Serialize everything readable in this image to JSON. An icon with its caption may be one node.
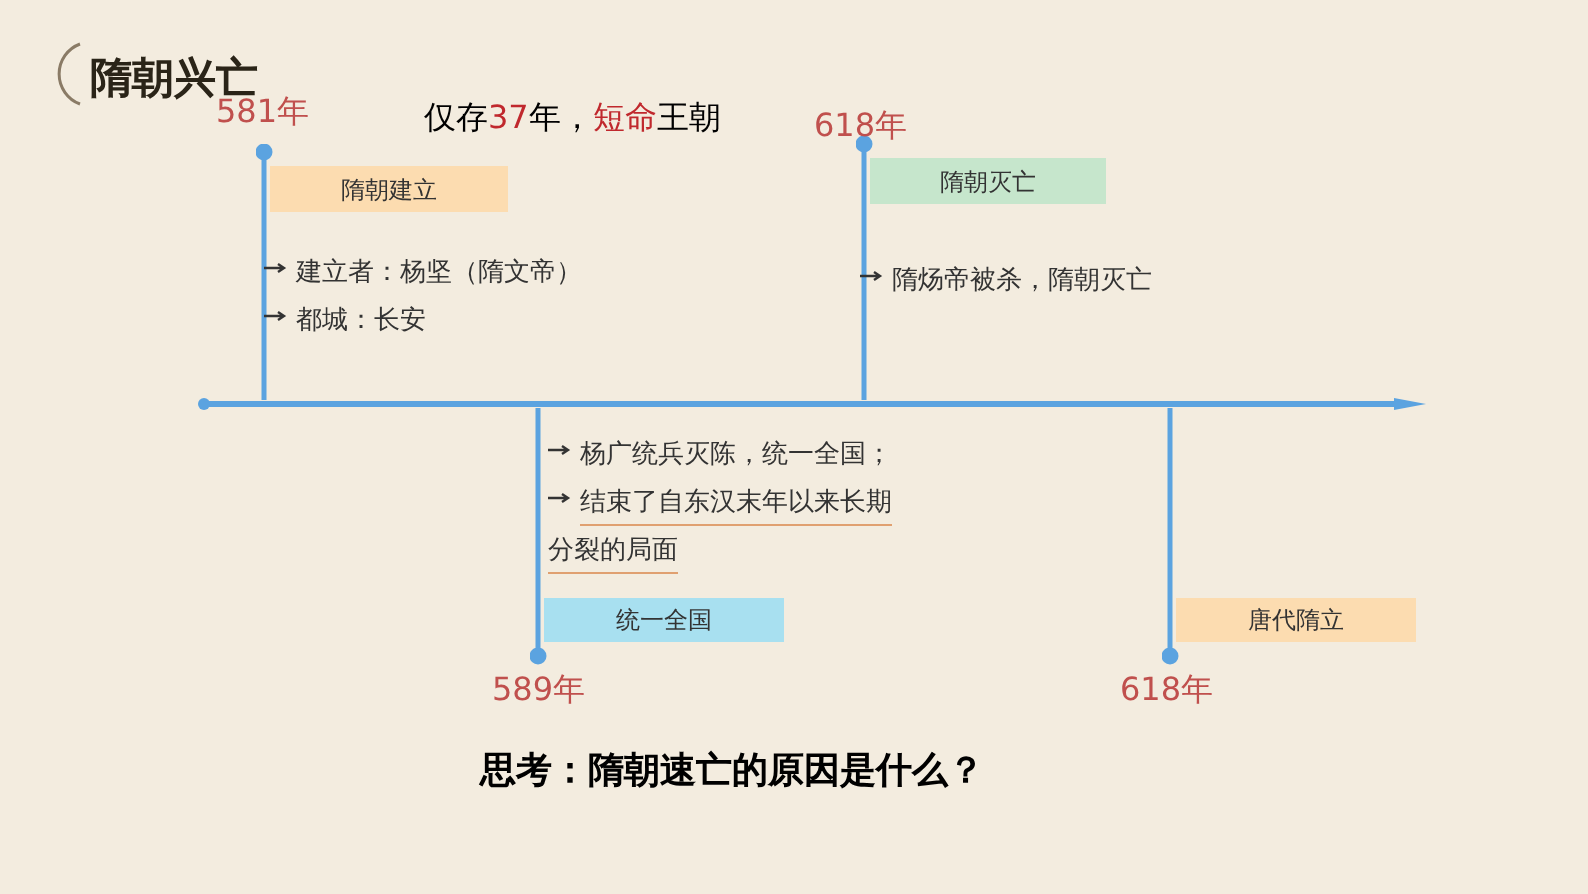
{
  "diagram": {
    "title": "隋朝兴亡",
    "nodes": [
      {
        "text": [
          "隋朝建立"
        ],
        "beside": [
          "581年",
          "建立者：杨坚（隋文帝）",
          "都城：长安"
        ]
      },
      {
        "text": [
          "隋朝灭亡"
        ],
        "beside": [
          "618年",
          "隋炀帝被杀，隋朝灭亡"
        ]
      },
      {
        "text": [
          "统一全国"
        ],
        "beside": [
          "589年",
          "杨广统兵灭陈，统一全国；",
          "结束了自东汉末年以来长期分裂的局面"
        ]
      },
      {
        "text": [
          "唐代隋立"
        ],
        "beside": [
          "618年"
        ]
      },
      {
        "text": [],
        "shape": "bar"
      }
    ],
    "edges": [
      {
        "from": 4,
        "to": 0,
        "arrow": "other"
      },
      {
        "from": 4,
        "to": 1,
        "arrow": "other"
      },
      {
        "from": 4,
        "to": 2,
        "arrow": "other"
      },
      {
        "from": 4,
        "to": 3,
        "arrow": "other"
      }
    ],
    "labels": [
      "仅存**37**年，**短命**王朝",
      "思考：隋朝速亡的原因是什么？"
    ]
  }
}
